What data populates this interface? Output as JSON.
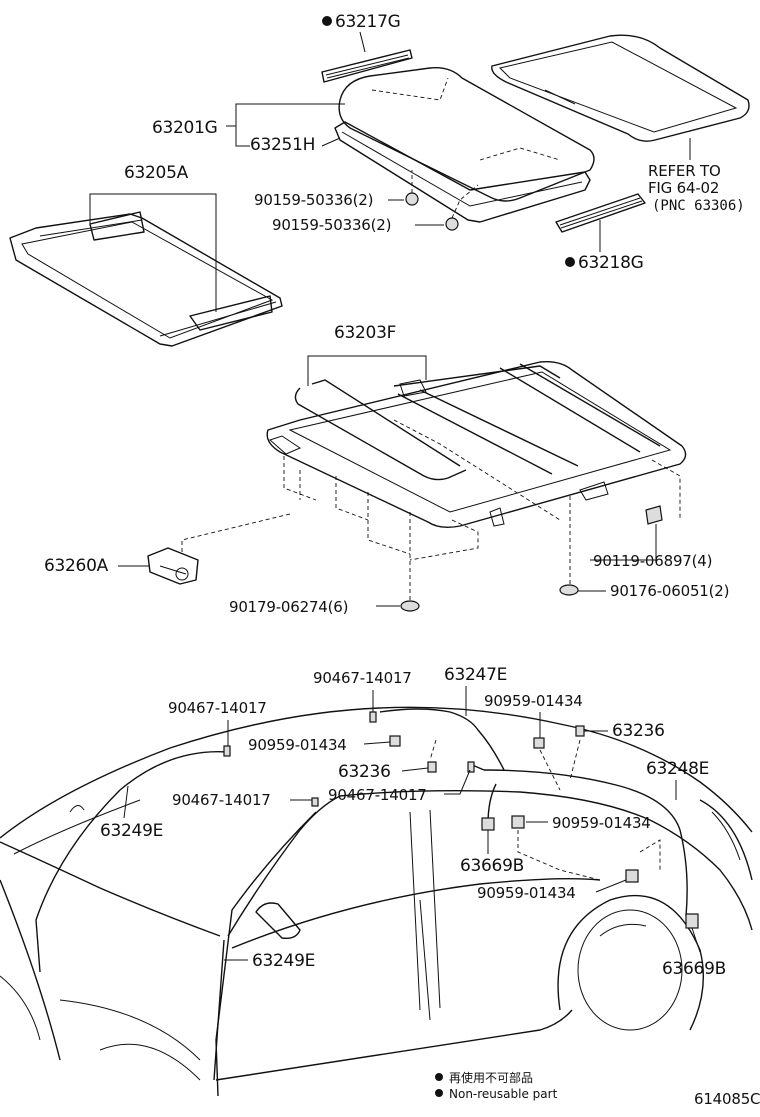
{
  "top_labels": {
    "p63217G": "63217G",
    "p63201G": "63201G",
    "p63251H": "63251H",
    "p63205A": "63205A",
    "refer1": "REFER TO",
    "refer2": "FIG 64-02",
    "refer3": "(PNC 63306)",
    "b1": "90159-50336(2)",
    "b2": "90159-50336(2)",
    "p63218G": "63218G",
    "p63203F": "63203F",
    "p63260A": "63260A",
    "b3": "90119-06897(4)",
    "b4": "90179-06274(6)",
    "b5": "90176-06051(2)"
  },
  "bottom_labels": {
    "c1": "90467-14017",
    "p63247E": "63247E",
    "c2": "90467-14017",
    "c3": "90959-01434",
    "c4": "90959-01434",
    "p63236a": "63236",
    "p63236b": "63236",
    "p63248E": "63248E",
    "c5": "90467-14017",
    "c6": "90467-14017",
    "p63249Ea": "63249E",
    "c7": "90959-01434",
    "p63669Ba": "63669B",
    "c8": "90959-01434",
    "p63249Eb": "63249E",
    "p63669Bb": "63669B"
  },
  "legend": {
    "line1": "再使用不可部品",
    "line2": "Non-reusable part"
  },
  "figure_code": "614085C"
}
